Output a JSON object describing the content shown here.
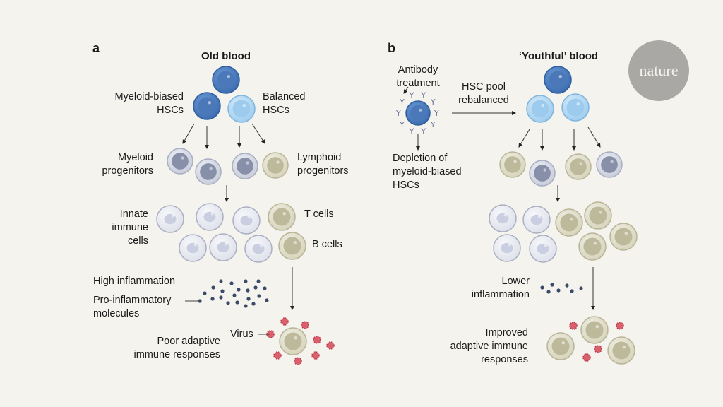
{
  "logo": {
    "text": "nature",
    "icon": "nature-logo"
  },
  "panel_a": {
    "letter": "a",
    "title": "Old blood",
    "labels": {
      "myeloid_hscs": [
        "Myeloid-biased",
        "HSCs"
      ],
      "balanced_hscs": [
        "Balanced",
        "HSCs"
      ],
      "myeloid_progenitors": [
        "Myeloid",
        "progenitors"
      ],
      "lymphoid_progenitors": [
        "Lymphoid",
        "progenitors"
      ],
      "innate_cells": [
        "Innate",
        "immune",
        "cells"
      ],
      "t_cells": "T cells",
      "b_cells": "B cells",
      "high_inflammation": "High inflammation",
      "pro_inflammatory": [
        "Pro-inflammatory",
        "molecules"
      ],
      "virus": "Virus",
      "poor_response": [
        "Poor adaptive",
        "immune responses"
      ]
    }
  },
  "panel_b": {
    "letter": "b",
    "title": "‘Youthful’ blood",
    "labels": {
      "antibody": [
        "Antibody",
        "treatment"
      ],
      "hsc_pool": [
        "HSC pool",
        "rebalanced"
      ],
      "depletion": [
        "Depletion of",
        "myeloid-biased",
        "HSCs"
      ],
      "lower_inflammation": [
        "Lower",
        "inflammation"
      ],
      "improved_response": [
        "Improved",
        "adaptive immune",
        "responses"
      ]
    }
  },
  "colors": {
    "background": "#f5f3ee",
    "hsc_dark": "#4f7fbf",
    "hsc_light": "#a8d2f0",
    "myeloid_progenitor": "#8e96ad",
    "lymphoid": "#c8c4a6",
    "innate": "#e4e6ee",
    "molecule": "#3a4a68",
    "virus": "#d9606c"
  }
}
